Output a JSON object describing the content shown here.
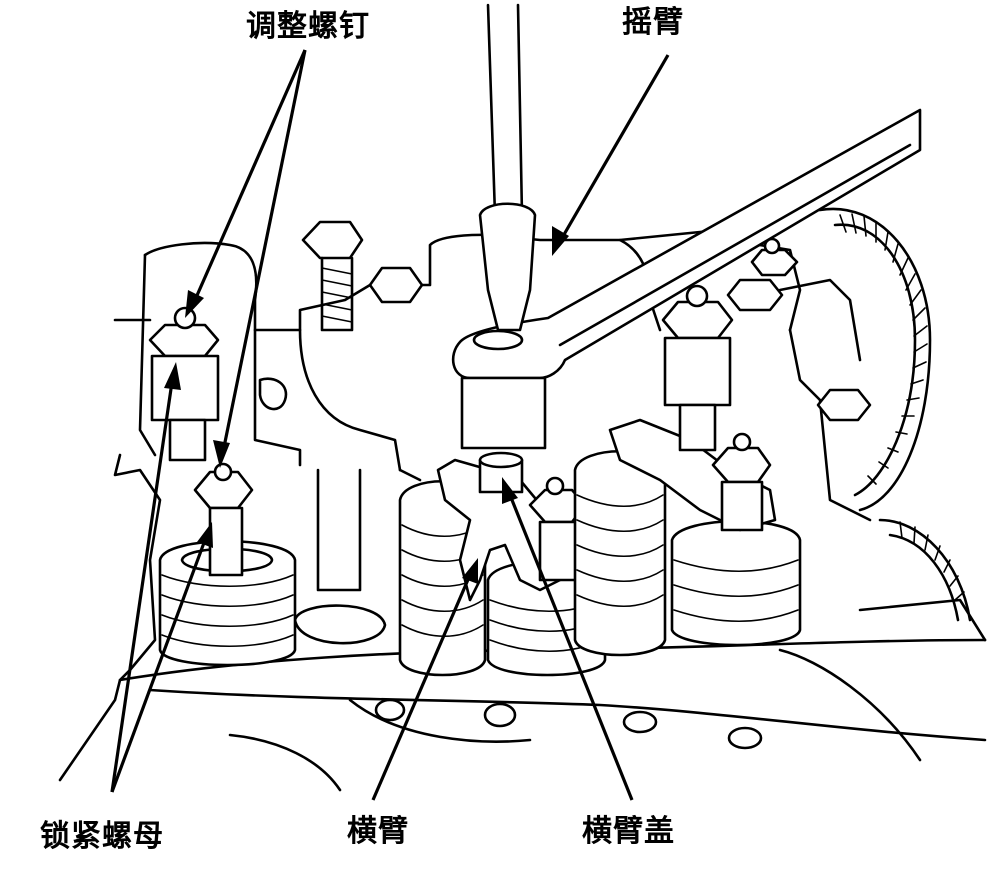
{
  "labels": {
    "adjusting_screw": "调整螺钉",
    "rocker_arm": "摇臂",
    "lock_nut": "锁紧螺母",
    "cross_arm": "横臂",
    "cross_arm_cap": "横臂盖"
  }
}
